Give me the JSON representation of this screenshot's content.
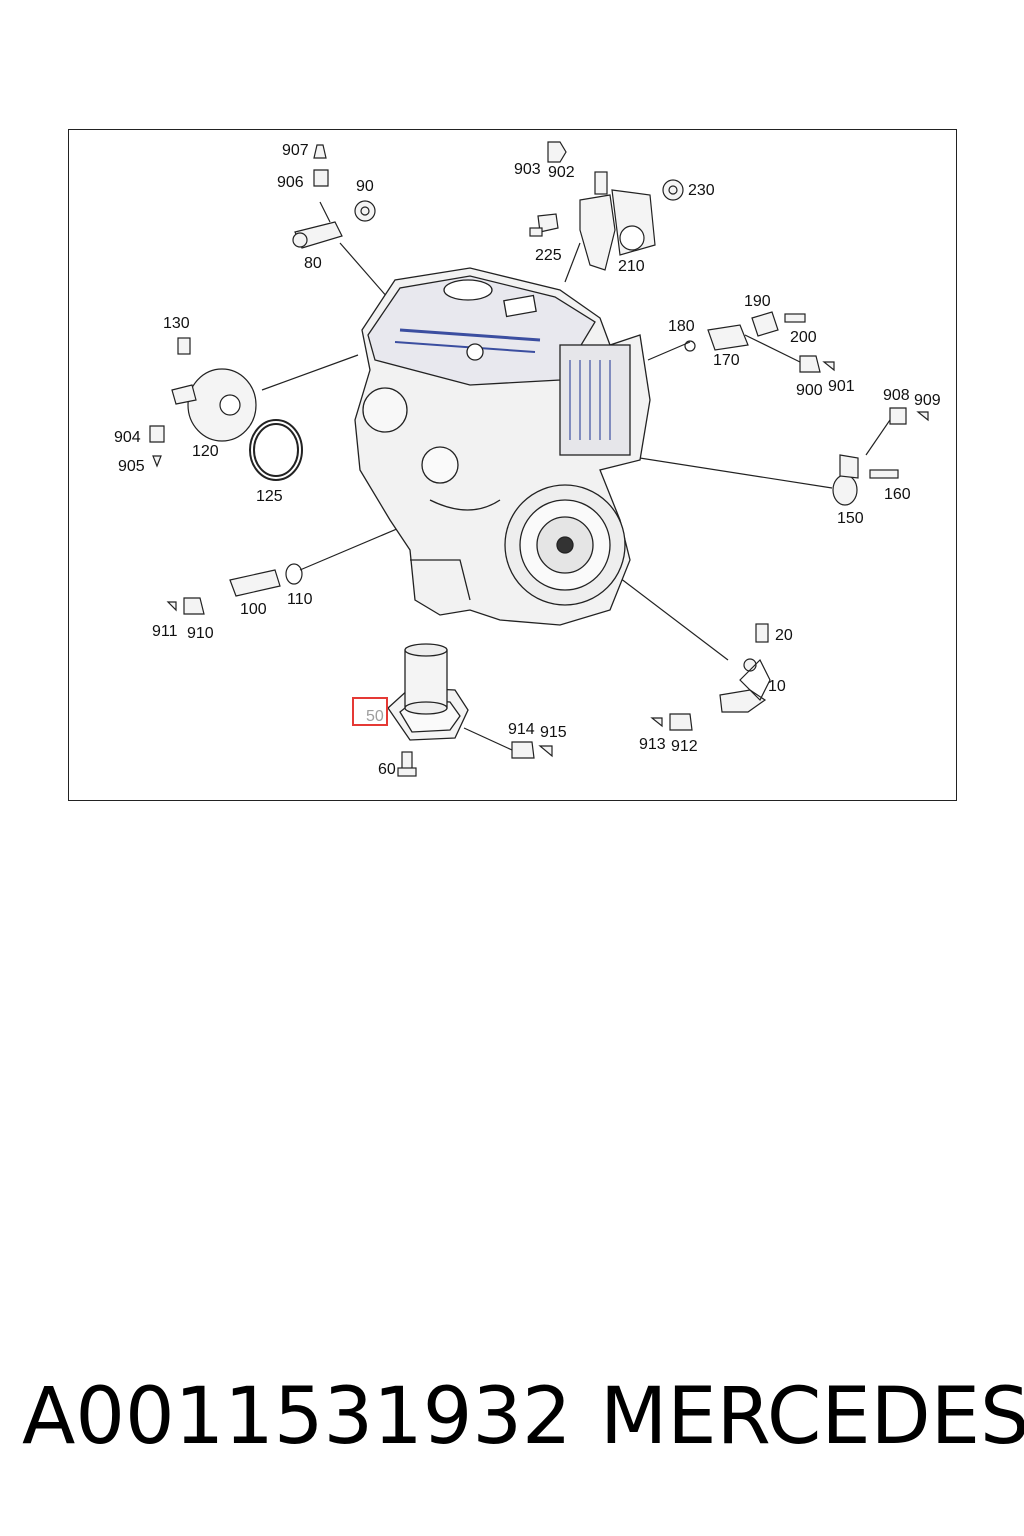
{
  "labels": {
    "l907": "907",
    "l906": "906",
    "l90": "90",
    "l80": "80",
    "l903": "903",
    "l902": "902",
    "l230": "230",
    "l225": "225",
    "l210": "210",
    "l130": "130",
    "l904": "904",
    "l905": "905",
    "l120": "120",
    "l125": "125",
    "l180": "180",
    "l190": "190",
    "l200": "200",
    "l170": "170",
    "l900": "900",
    "l901": "901",
    "l908": "908",
    "l909": "909",
    "l160": "160",
    "l150": "150",
    "l911": "911",
    "l910": "910",
    "l100": "100",
    "l110": "110",
    "l20": "20",
    "l10": "10",
    "l913": "913",
    "l912": "912",
    "l50": "50",
    "l914": "914",
    "l915": "915",
    "l60": "60"
  },
  "footer": {
    "part_number": "A0011531932",
    "brand": "MERCEDES"
  },
  "colors": {
    "highlight": "#e53935",
    "line": "#222222",
    "accent_blue": "#3b4ea0"
  }
}
